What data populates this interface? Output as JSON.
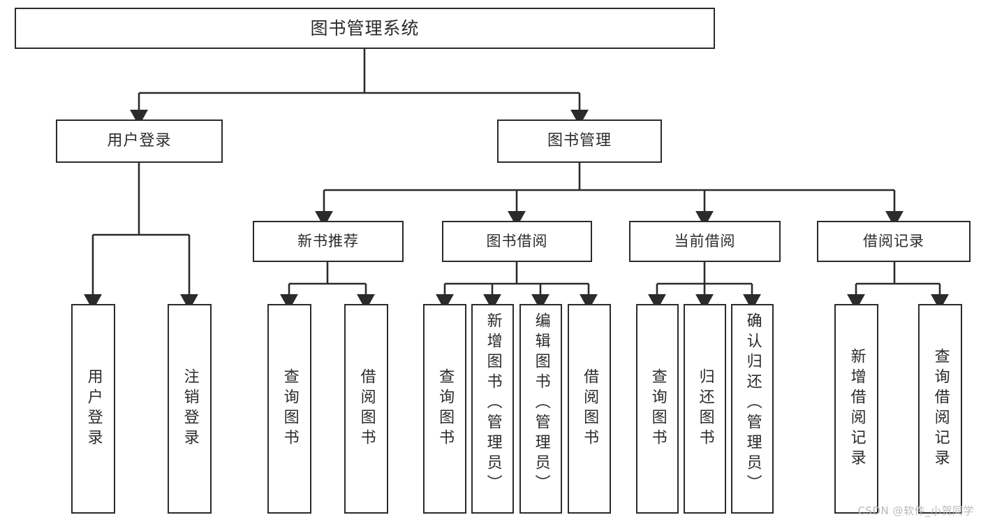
{
  "diagram": {
    "title": "图书管理系统",
    "type": "tree",
    "watermark": "CSDN @软件_小贺同学",
    "colors": {
      "line": "#2b2b2b",
      "text": "#2b2b2b",
      "background": "#ffffff",
      "watermark": "#b9b9b9"
    },
    "root": {
      "label": "图书管理系统"
    },
    "level2": [
      {
        "label": "用户登录"
      },
      {
        "label": "图书管理"
      }
    ],
    "level3": [
      {
        "label": "新书推荐"
      },
      {
        "label": "图书借阅"
      },
      {
        "label": "当前借阅"
      },
      {
        "label": "借阅记录"
      }
    ],
    "leaves": {
      "user_login": [
        {
          "label": "用户登录"
        },
        {
          "label": "注销登录"
        }
      ],
      "new_book": [
        {
          "label": "查询图书"
        },
        {
          "label": "借阅图书"
        }
      ],
      "book_borrow": [
        {
          "label": "查询图书"
        },
        {
          "label": "新增图书（管理员）"
        },
        {
          "label": "编辑图书（管理员）"
        },
        {
          "label": "借阅图书"
        }
      ],
      "current_borrow": [
        {
          "label": "查询图书"
        },
        {
          "label": "归还图书"
        },
        {
          "label": "确认归还（管理员）"
        }
      ],
      "borrow_record": [
        {
          "label": "新增借阅记录"
        },
        {
          "label": "查询借阅记录"
        }
      ]
    }
  }
}
